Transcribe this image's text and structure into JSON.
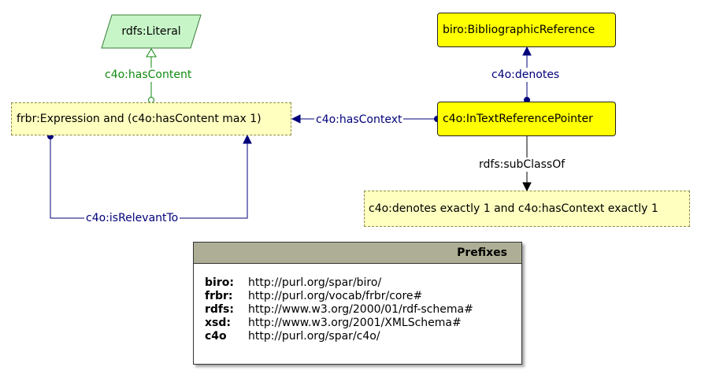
{
  "nodes": {
    "literal": "rdfs:Literal",
    "expression": "frbr:Expression and (c4o:hasContent max 1)",
    "bibliographic_reference": "biro:BibliographicReference",
    "in_text_reference_pointer": "c4o:InTextReferencePointer",
    "restriction": "c4o:denotes exactly 1 and c4o:hasContext exactly 1"
  },
  "edges": {
    "has_content": "c4o:hasContent",
    "denotes": "c4o:denotes",
    "has_context": "c4o:hasContext",
    "sub_class_of": "rdfs:subClassOf",
    "is_relevant_to": "c4o:isRelevantTo"
  },
  "prefixes": {
    "title": "Prefixes",
    "items": [
      {
        "prefix": "biro:",
        "uri": "http://purl.org/spar/biro/"
      },
      {
        "prefix": "frbr:",
        "uri": "http://purl.org/vocab/frbr/core#"
      },
      {
        "prefix": "rdfs:",
        "uri": "http://www.w3.org/2000/01/rdf-schema#"
      },
      {
        "prefix": "xsd:",
        "uri": "http://www.w3.org/2001/XMLSchema#"
      },
      {
        "prefix": "c4o",
        "uri": "http://purl.org/spar/c4o/"
      }
    ]
  },
  "colors": {
    "class_fill": "#ffff00",
    "restriction_fill": "#ffffc0",
    "literal_fill": "#c8f5c8",
    "object_property": "#00007a",
    "data_property": "#108a10",
    "prefix_header": "#aeae96"
  }
}
